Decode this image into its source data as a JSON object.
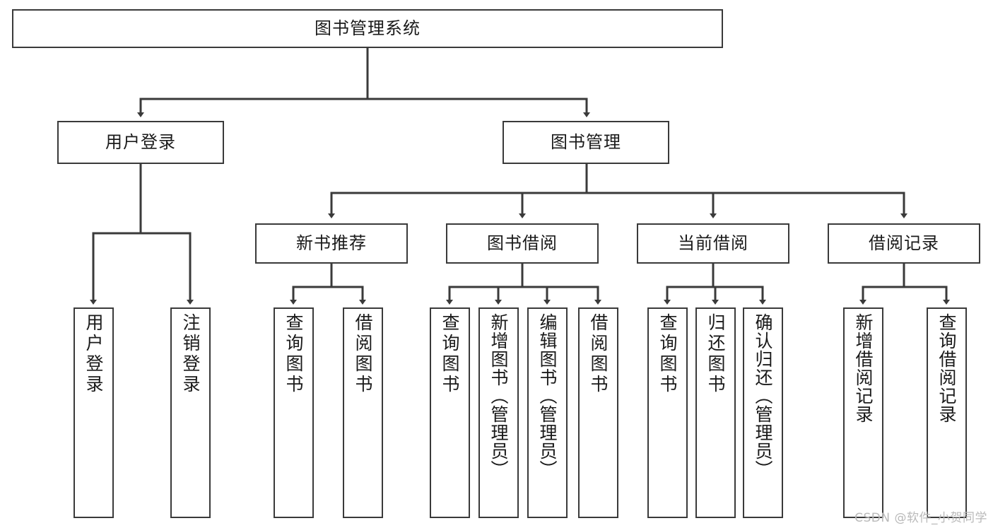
{
  "diagram": {
    "title": "图书管理系统",
    "type": "tree",
    "root": {
      "id": "root",
      "label": "图书管理系统",
      "orientation": "horizontal"
    },
    "level2": [
      {
        "id": "user-login",
        "label": "用户登录",
        "orientation": "horizontal"
      },
      {
        "id": "book-management",
        "label": "图书管理",
        "orientation": "horizontal"
      }
    ],
    "level3": [
      {
        "id": "new-book-recommend",
        "label": "新书推荐",
        "orientation": "horizontal",
        "parent": "book-management"
      },
      {
        "id": "book-borrow",
        "label": "图书借阅",
        "orientation": "horizontal",
        "parent": "book-management"
      },
      {
        "id": "current-borrow",
        "label": "当前借阅",
        "orientation": "horizontal",
        "parent": "book-management"
      },
      {
        "id": "borrow-record",
        "label": "借阅记录",
        "orientation": "horizontal",
        "parent": "book-management"
      }
    ],
    "leaves": [
      {
        "id": "leaf-user-login",
        "label": "用户登录",
        "orientation": "vertical",
        "parent": "user-login"
      },
      {
        "id": "leaf-logout",
        "label": "注销登录",
        "orientation": "vertical",
        "parent": "user-login"
      },
      {
        "id": "leaf-query-book-1",
        "label": "查询图书",
        "orientation": "vertical",
        "parent": "new-book-recommend"
      },
      {
        "id": "leaf-borrow-book-1",
        "label": "借阅图书",
        "orientation": "vertical",
        "parent": "new-book-recommend"
      },
      {
        "id": "leaf-query-book-2",
        "label": "查询图书",
        "orientation": "vertical",
        "parent": "book-borrow"
      },
      {
        "id": "leaf-add-book",
        "label": "新增图书（管理员）",
        "orientation": "vertical",
        "parent": "book-borrow"
      },
      {
        "id": "leaf-edit-book",
        "label": "编辑图书（管理员）",
        "orientation": "vertical",
        "parent": "book-borrow"
      },
      {
        "id": "leaf-borrow-book-2",
        "label": "借阅图书",
        "orientation": "vertical",
        "parent": "book-borrow"
      },
      {
        "id": "leaf-query-book-3",
        "label": "查询图书",
        "orientation": "vertical",
        "parent": "current-borrow"
      },
      {
        "id": "leaf-return-book",
        "label": "归还图书",
        "orientation": "vertical",
        "parent": "current-borrow"
      },
      {
        "id": "leaf-confirm-return",
        "label": "确认归还（管理员）",
        "orientation": "vertical",
        "parent": "current-borrow"
      },
      {
        "id": "leaf-add-record",
        "label": "新增借阅记录",
        "orientation": "vertical",
        "parent": "borrow-record"
      },
      {
        "id": "leaf-query-record",
        "label": "查询借阅记录",
        "orientation": "vertical",
        "parent": "borrow-record"
      }
    ]
  },
  "watermark": {
    "text": "CSDN @软件_小贺同学"
  },
  "colors": {
    "stroke": "#3a3a3a",
    "fill": "#ffffff",
    "text": "#1a1a1a",
    "watermark": "#b9b9b9"
  }
}
